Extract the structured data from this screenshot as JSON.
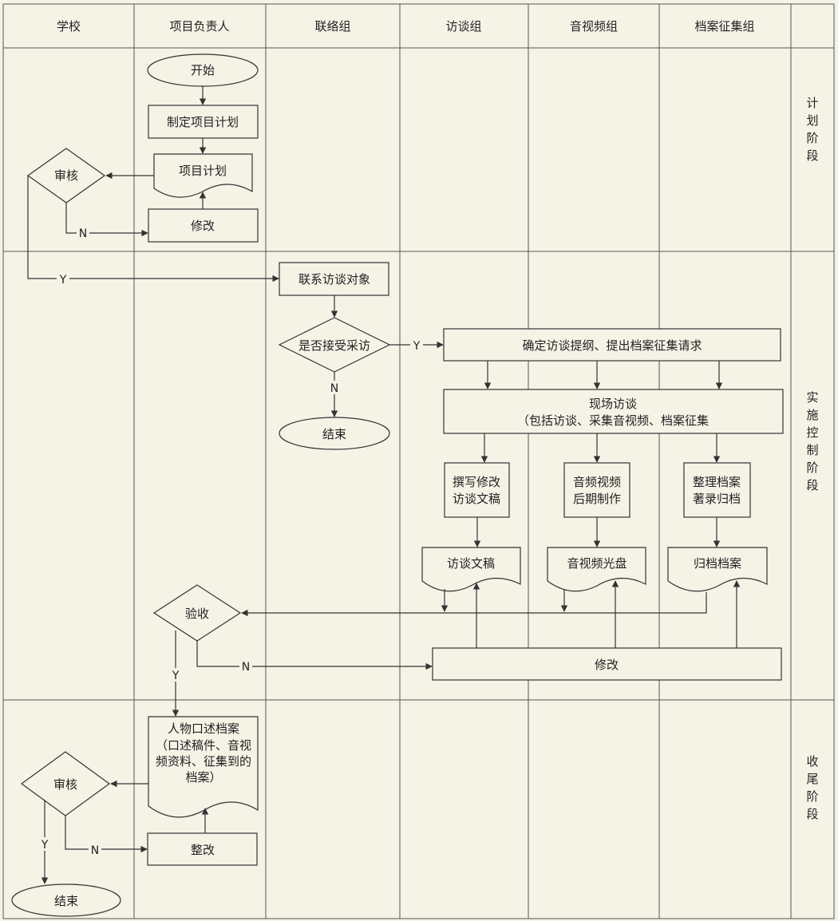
{
  "lanes": {
    "school": "学校",
    "project_lead": "项目负责人",
    "liaison": "联络组",
    "interview": "访谈组",
    "av": "音视频组",
    "archive": "档案征集组"
  },
  "phases": {
    "plan": "计划阶段",
    "implement": "实施控制阶段",
    "close": "收尾阶段"
  },
  "nodes": {
    "start": "开始",
    "make_plan": "制定项目计划",
    "plan_doc": "项目计划",
    "review1": "审核",
    "revise1": "修改",
    "contact": "联系访谈对象",
    "accept": "是否接受采访",
    "end1": "结束",
    "outline": "确定访谈提纲、提出档案征集请求",
    "onsite_l1": "现场访谈",
    "onsite_l2": "（包括访谈、采集音视频、档案征集",
    "write_l1": "撰写修改",
    "write_l2": "访谈文稿",
    "av_post_l1": "音频视频",
    "av_post_l2": "后期制作",
    "arch_l1": "整理档案",
    "arch_l2": "著录归档",
    "transcript": "访谈文稿",
    "disc": "音视频光盘",
    "archived": "归档档案",
    "accept_check": "验收",
    "revise2": "修改",
    "oral_l1": "人物口述档案",
    "oral_l2": "（口述稿件、音视",
    "oral_l3": "频资料、征集到的",
    "oral_l4": "档案）",
    "review2": "审核",
    "rectify": "整改",
    "end2": "结束"
  },
  "edge_labels": {
    "review1_n": "N",
    "review1_y": "Y",
    "accept_y": "Y",
    "accept_n": "N",
    "check_y": "Y",
    "check_n": "N",
    "review2_n": "N",
    "review2_y": "Y"
  },
  "colors": {
    "background": "#f5f2e6",
    "line": "#333333"
  }
}
